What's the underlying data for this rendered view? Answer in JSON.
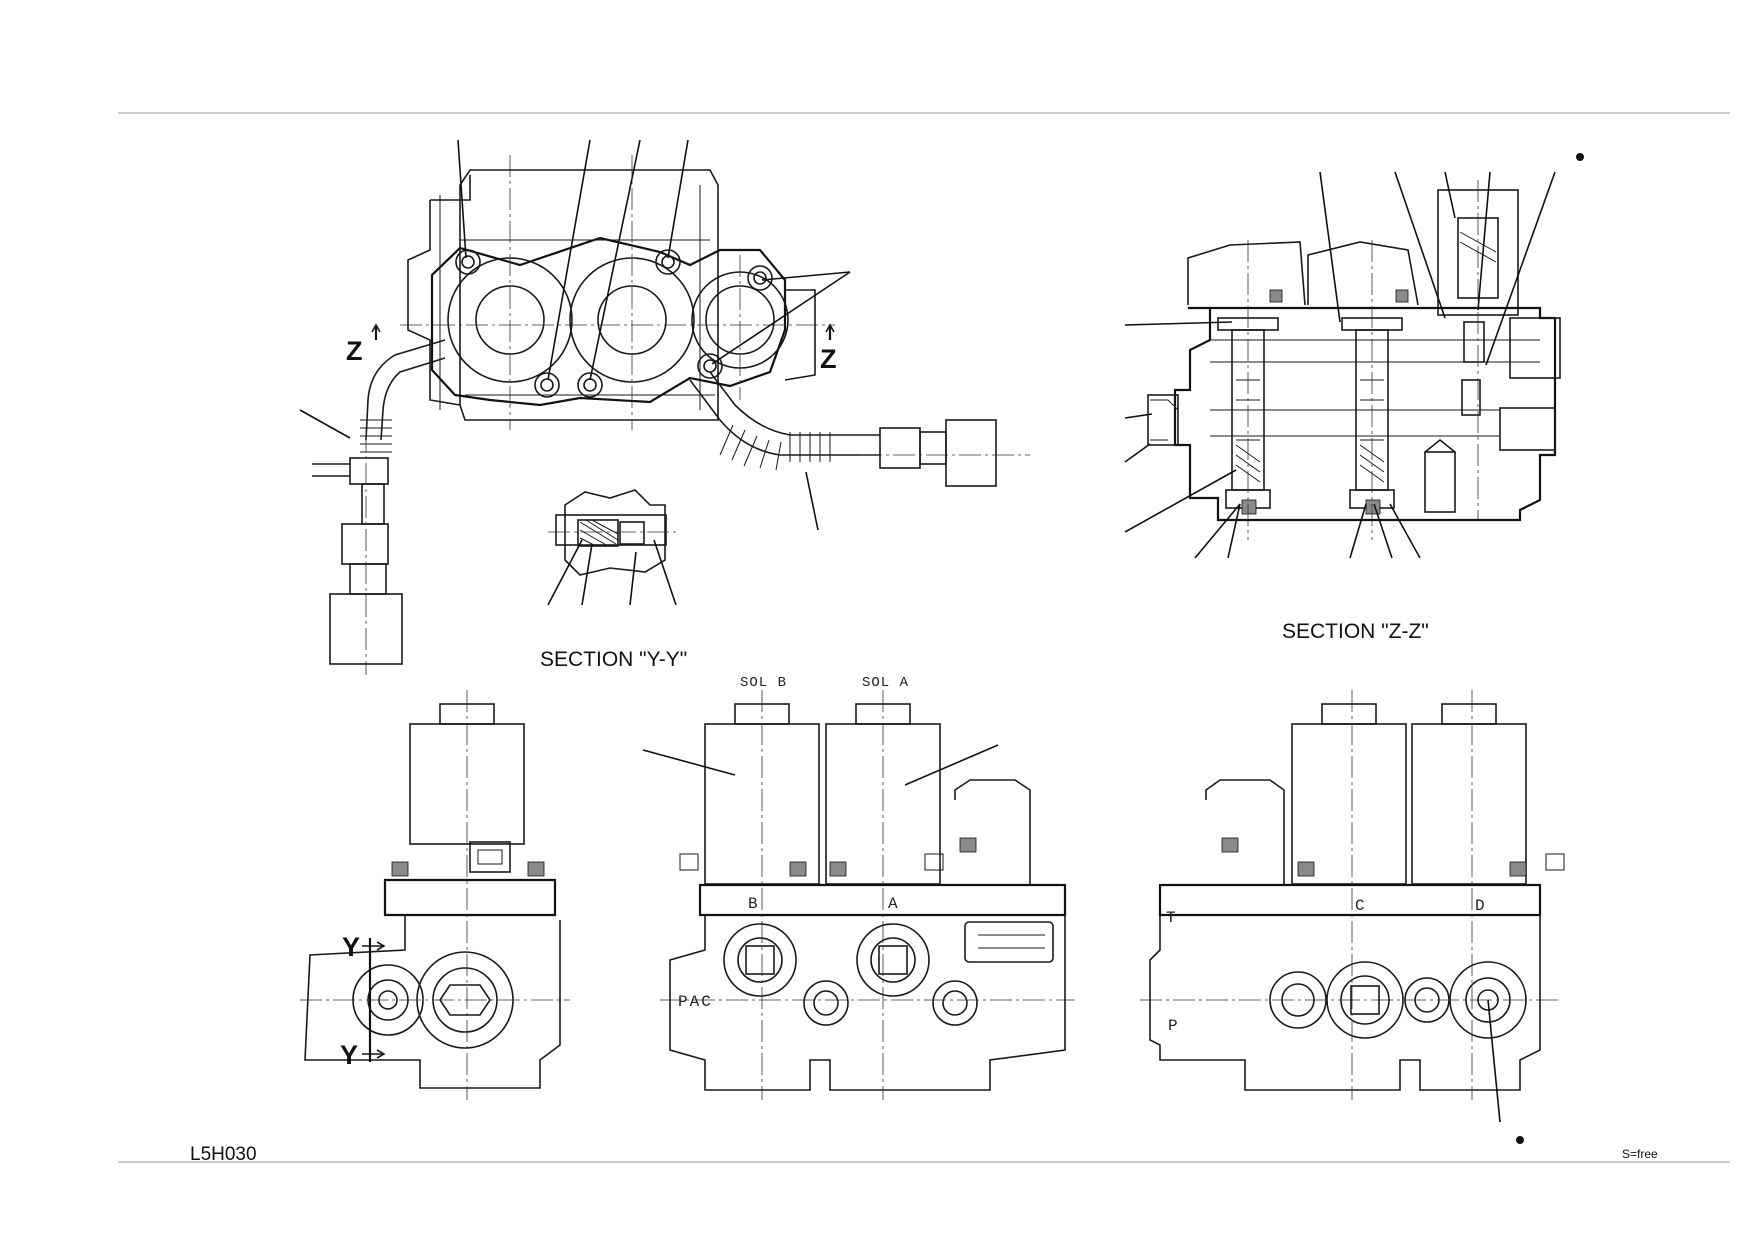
{
  "labels": {
    "section_yy": "SECTION \"Y-Y\"",
    "section_zz": "SECTION \"Z-Z\"",
    "cut_z": "Z",
    "cut_y": "Y",
    "sol_b": "SOL B",
    "sol_a": "SOL A",
    "port_b": "B",
    "port_a": "A",
    "port_c": "C",
    "port_d": "D",
    "port_t": "T",
    "port_p": "P",
    "pac": "PAC"
  },
  "footer": {
    "drawing_code": "L5H030",
    "scale": "S=free"
  }
}
